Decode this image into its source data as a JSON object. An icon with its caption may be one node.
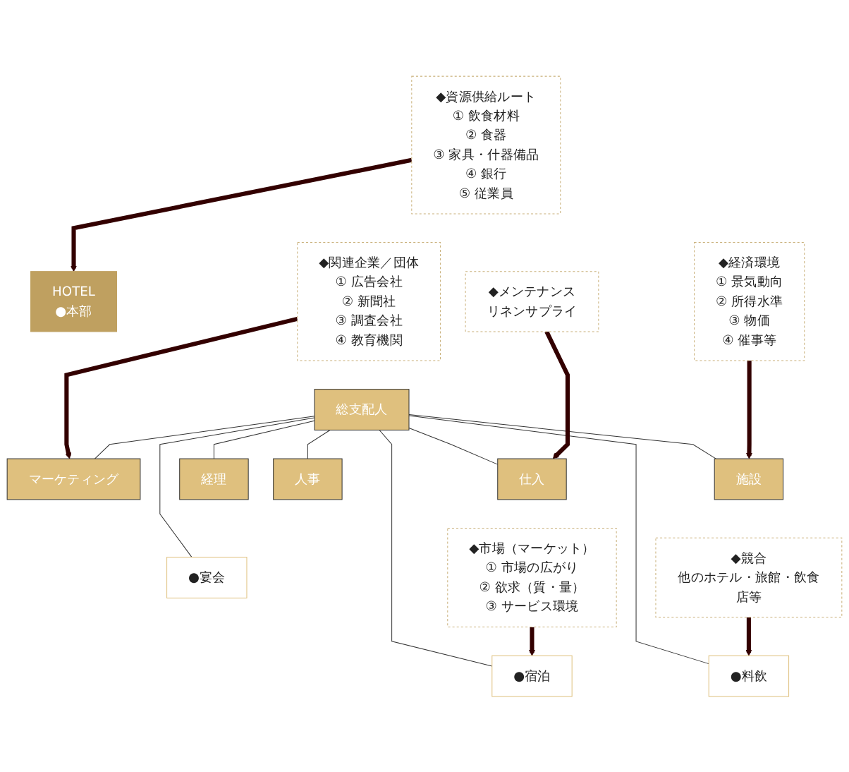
{
  "diagram": {
    "nodes": [
      {
        "text": [
          "◆資源供給ルート",
          "① 飲食材料",
          "② 食器",
          "③ 家具・什器備品",
          "④ 銀行",
          "⑤ 従業員"
        ]
      },
      {
        "text": [
          "HOTEL",
          "●本部"
        ]
      },
      {
        "text": [
          "◆関連企業／団体",
          "① 広告会社",
          "② 新聞社",
          "③ 調査会社",
          "④ 教育機関"
        ]
      },
      {
        "text": [
          "総支配人"
        ]
      },
      {
        "text": [
          "マーケティング"
        ]
      },
      {
        "text": [
          "仕入"
        ]
      },
      {
        "text": [
          "経理"
        ]
      },
      {
        "text": [
          "人事"
        ]
      },
      {
        "text": [
          "施設"
        ]
      },
      {
        "text": [
          "●宿泊"
        ]
      },
      {
        "text": [
          "●宴会"
        ]
      },
      {
        "text": [
          "●料飲"
        ]
      },
      {
        "text": [
          "◆メンテナンス",
          "リネンサプライ"
        ]
      },
      {
        "text": [
          "◆経済環境",
          "① 景気動向",
          "② 所得水準",
          "③ 物価",
          "④ 催事等"
        ]
      },
      {
        "text": [
          "◆市場（マーケット）",
          "① 市場の広がり",
          "② 欲求（質・量）",
          "③ サービス環境"
        ]
      },
      {
        "text": [
          "◆競合",
          "他のホテル・旅館・飲食店等"
        ]
      }
    ],
    "edges": [
      {
        "from": 0,
        "to": 1,
        "arrow": "to",
        "style": "thick",
        "color": "#330000"
      },
      {
        "from": 2,
        "to": 4,
        "arrow": "to",
        "style": "thick",
        "color": "#330000"
      },
      {
        "from": 3,
        "to": 4,
        "arrow": "none"
      },
      {
        "from": 3,
        "to": 5,
        "arrow": "none"
      },
      {
        "from": 3,
        "to": 6,
        "arrow": "none"
      },
      {
        "from": 3,
        "to": 7,
        "arrow": "none"
      },
      {
        "from": 3,
        "to": 8,
        "arrow": "none"
      },
      {
        "from": 3,
        "to": 9,
        "arrow": "none"
      },
      {
        "from": 3,
        "to": 10,
        "arrow": "none"
      },
      {
        "from": 3,
        "to": 11,
        "arrow": "none"
      },
      {
        "from": 12,
        "to": 5,
        "arrow": "to",
        "style": "thick",
        "color": "#330000"
      },
      {
        "from": 13,
        "to": 8,
        "arrow": "to",
        "style": "thick",
        "color": "#330000"
      },
      {
        "from": 14,
        "to": 9,
        "arrow": "to",
        "style": "thick",
        "color": "#330000"
      },
      {
        "from": 15,
        "to": 11,
        "arrow": "to",
        "style": "thick",
        "color": "#330000"
      }
    ]
  }
}
